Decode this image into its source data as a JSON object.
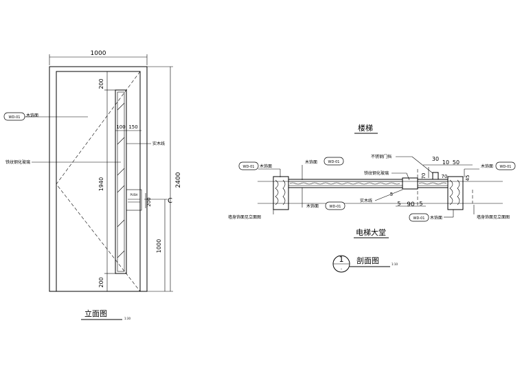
{
  "elevation": {
    "dim_width": "1000",
    "dim_height": "2400",
    "dim_top": "200",
    "dim_mid": "1940",
    "dim_bot": "200",
    "dim_handle": "1000",
    "dim_w100": "100",
    "dim_w150": "150",
    "dim_handle_h": "200",
    "handle_mark": "C",
    "tag_code": "WD-01",
    "label_panel": "木饰面",
    "label_solid": "实木线",
    "label_glass": "铁纹钢化玻璃",
    "push_text": "PUSH",
    "title": "立面图",
    "scale": "1:30"
  },
  "section": {
    "label_top": "楼梯",
    "label_bottom": "电梯大堂",
    "tag_code": "WD-01",
    "label_wood_door": "木饰面",
    "label_wood_left": "木饰面",
    "label_wood_right": "木饰面",
    "label_wood_under": "木饰面",
    "label_wood_bottom": "木饰面",
    "label_steel_stop": "不锈钢门挡",
    "label_glass": "铁纹钢化玻璃",
    "label_solid": "实木线",
    "label_wall_left": "墙身饰面见立面图",
    "label_wall_right": "墙身饰面见立面图",
    "dim_30": "30",
    "dim_10": "10",
    "dim_50": "50",
    "dim_70a": "70",
    "dim_70b": "70",
    "dim_45": "45",
    "dim_5a": "5",
    "dim_90": "90",
    "dim_5b": "5",
    "dim_5c": "5",
    "detail_number": "1",
    "detail_sub": "-",
    "title": "剖面图",
    "scale": "1:10"
  }
}
